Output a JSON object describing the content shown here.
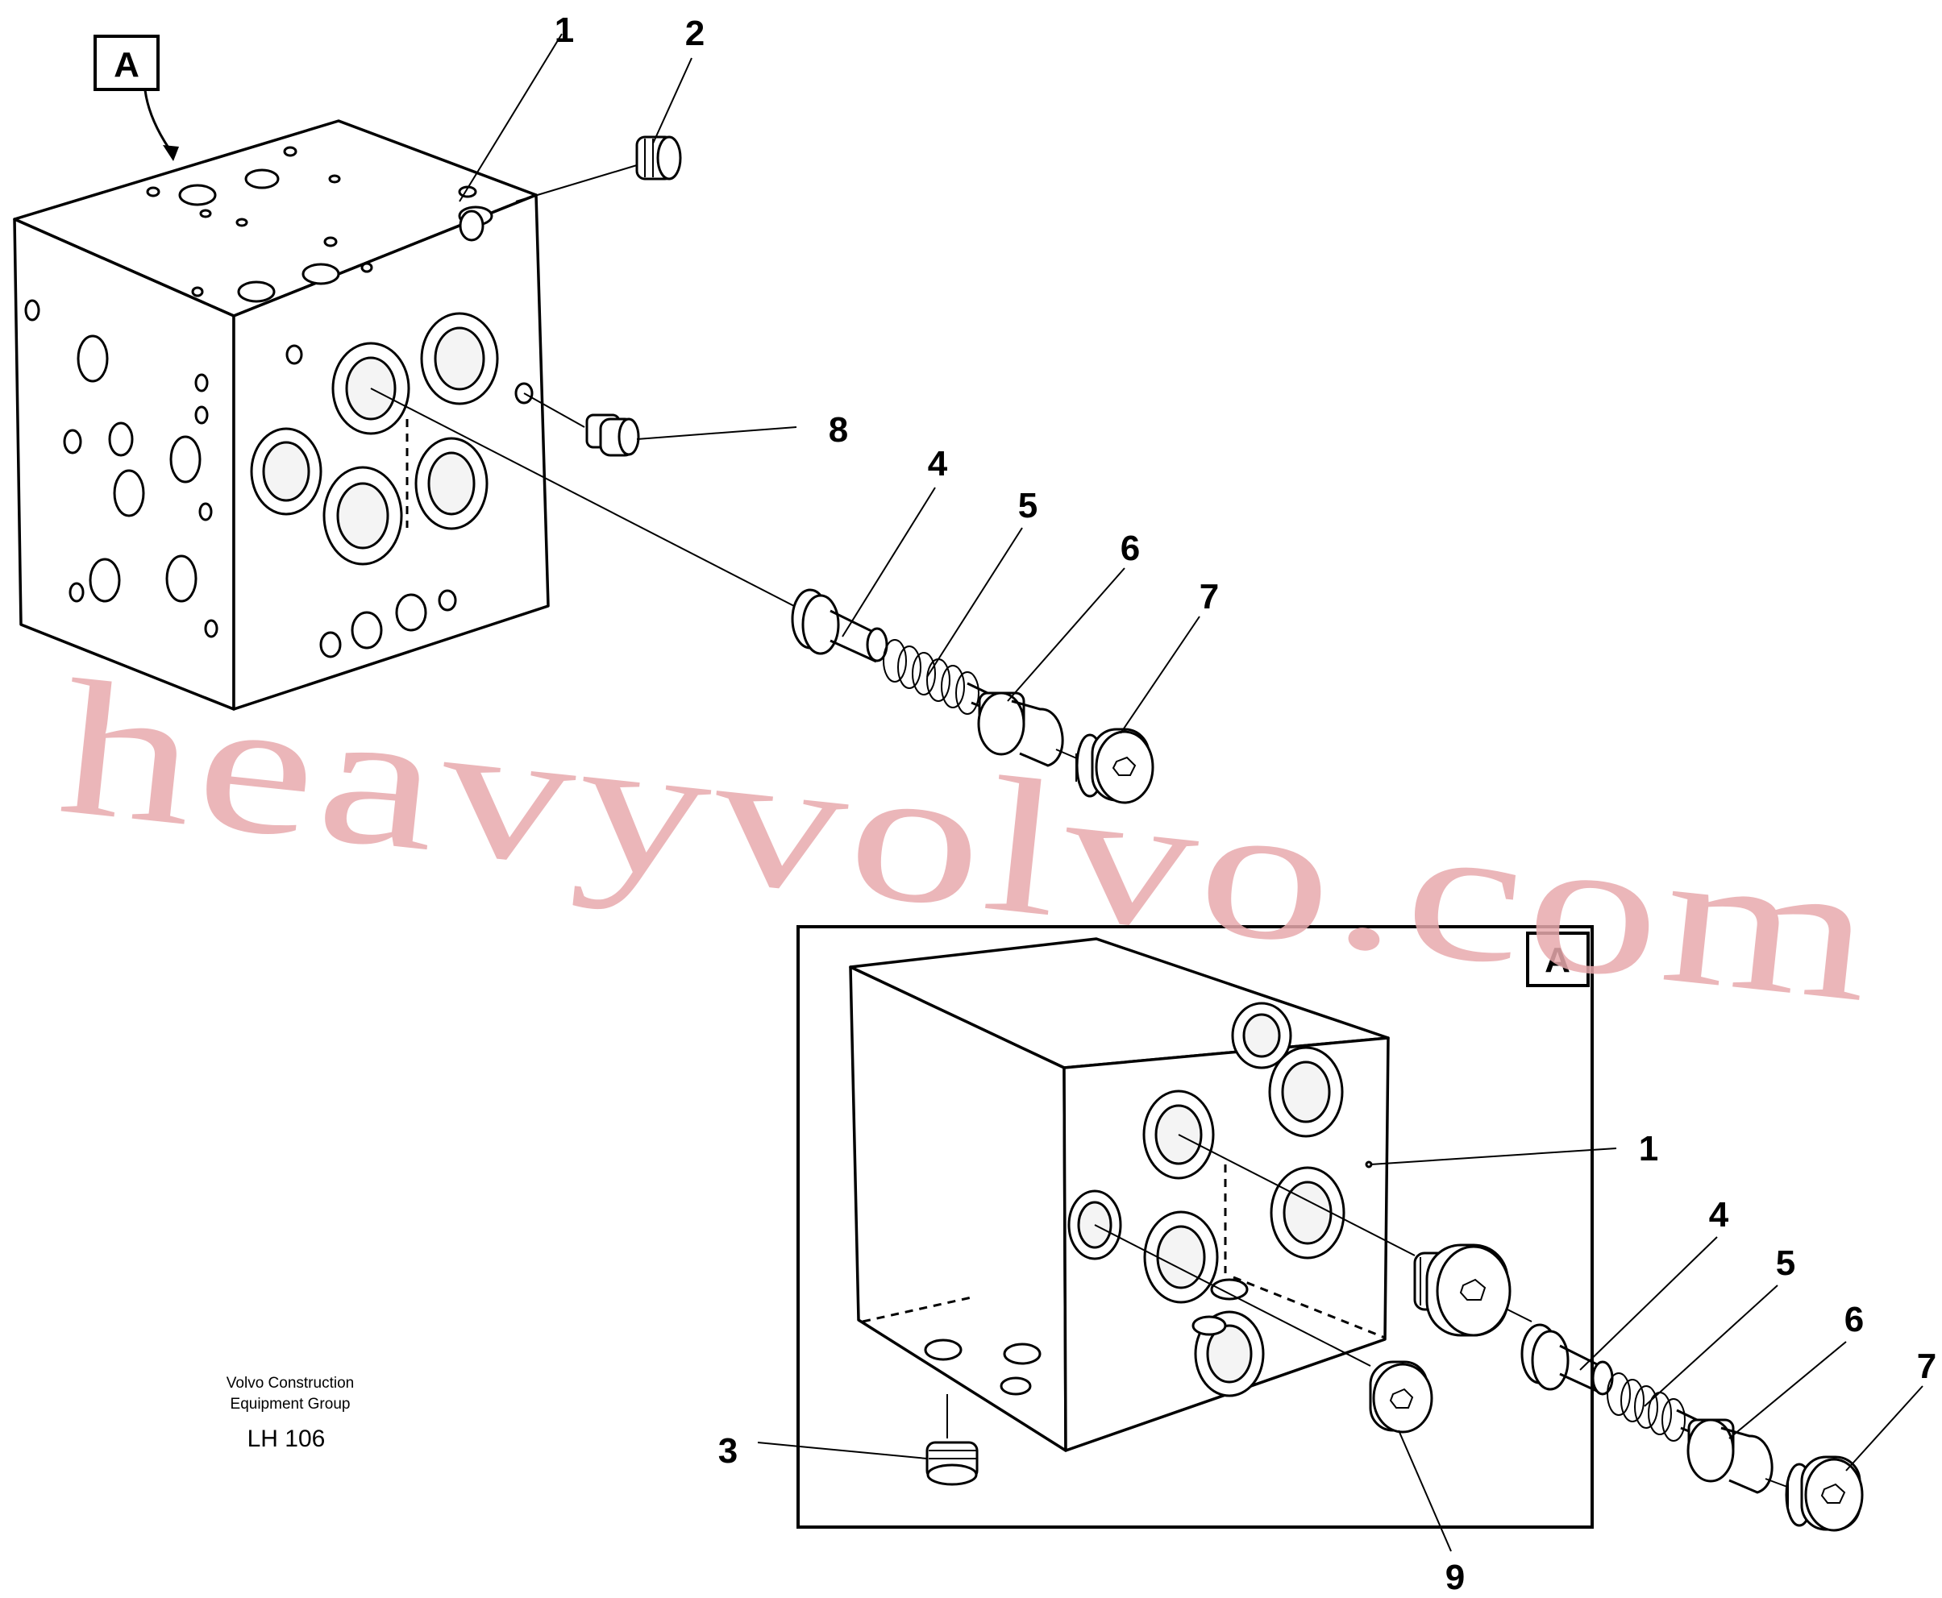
{
  "diagram": {
    "view_letter_main": "A",
    "view_letter_inset": "A",
    "part_labels_main": [
      "1",
      "2",
      "8",
      "4",
      "5",
      "6",
      "7"
    ],
    "part_labels_inset": [
      "1",
      "4",
      "5",
      "6",
      "7",
      "3",
      "9"
    ],
    "caption_line1": "Volvo Construction",
    "caption_line2": "Equipment Group",
    "drawing_number": "LH 106",
    "watermark": "heavyvolvo.com",
    "watermark_color": "#e8a9ad"
  }
}
